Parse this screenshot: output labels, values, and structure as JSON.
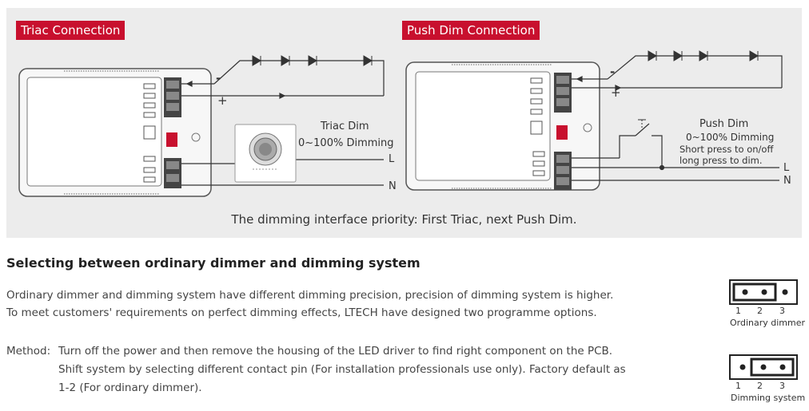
{
  "diagrams": {
    "triac": {
      "tag": "Triac Connection",
      "label_title": "Triac Dim",
      "label_range": "0~100% Dimming",
      "minus": "-",
      "plus": "+",
      "L": "L",
      "N": "N"
    },
    "push": {
      "tag": "Push Dim Connection",
      "label_title": "Push Dim",
      "label_range": "0~100% Dimming",
      "label_short": "Short press to on/off",
      "label_long": "long press to dim.",
      "minus": "-",
      "plus": "+",
      "L": "L",
      "N": "N"
    },
    "caption": "The dimming interface priority: First Triac, next Push Dim."
  },
  "section": {
    "heading": "Selecting between ordinary dimmer and dimming system",
    "para1_line1": "Ordinary dimmer and dimming system have different dimming precision, precision of dimming system is higher.",
    "para1_line2": "To meet customers' requirements on perfect dimming effects, LTECH have designed two programme options.",
    "method_label": "Method:",
    "method_line1": "Turn off the power and then remove the housing of the LED driver to find right component on the PCB.",
    "method_line2": "Shift system by selecting different contact pin (For installation professionals use only). Factory default as",
    "method_line3": "1-2 (For ordinary dimmer)."
  },
  "jumpers": {
    "ordinary": {
      "label": "Ordinary dimmer",
      "pins": [
        "1",
        "2",
        "3"
      ]
    },
    "system": {
      "label": "Dimming system",
      "pins": [
        "1",
        "2",
        "3"
      ]
    }
  }
}
